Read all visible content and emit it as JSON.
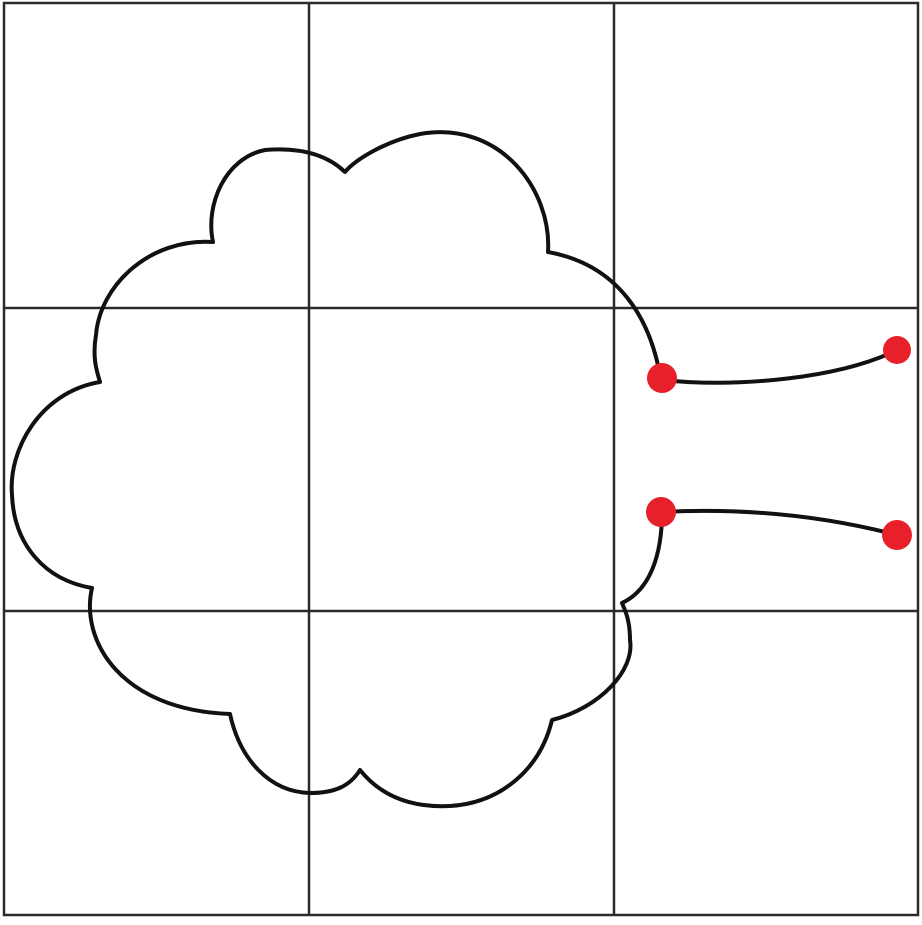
{
  "diagram": {
    "grid": {
      "rows": 3,
      "columns": 3
    },
    "colors": {
      "background": "#ffffff",
      "grid_line": "#2b2b2b",
      "outline": "#111111",
      "endpoint": "#e8202a"
    },
    "shapes": [
      {
        "kind": "cloud",
        "icon": "cloud-outline"
      },
      {
        "kind": "line",
        "icon": "connector-upper"
      },
      {
        "kind": "line",
        "icon": "connector-lower"
      }
    ],
    "endpoint_count": 4
  }
}
